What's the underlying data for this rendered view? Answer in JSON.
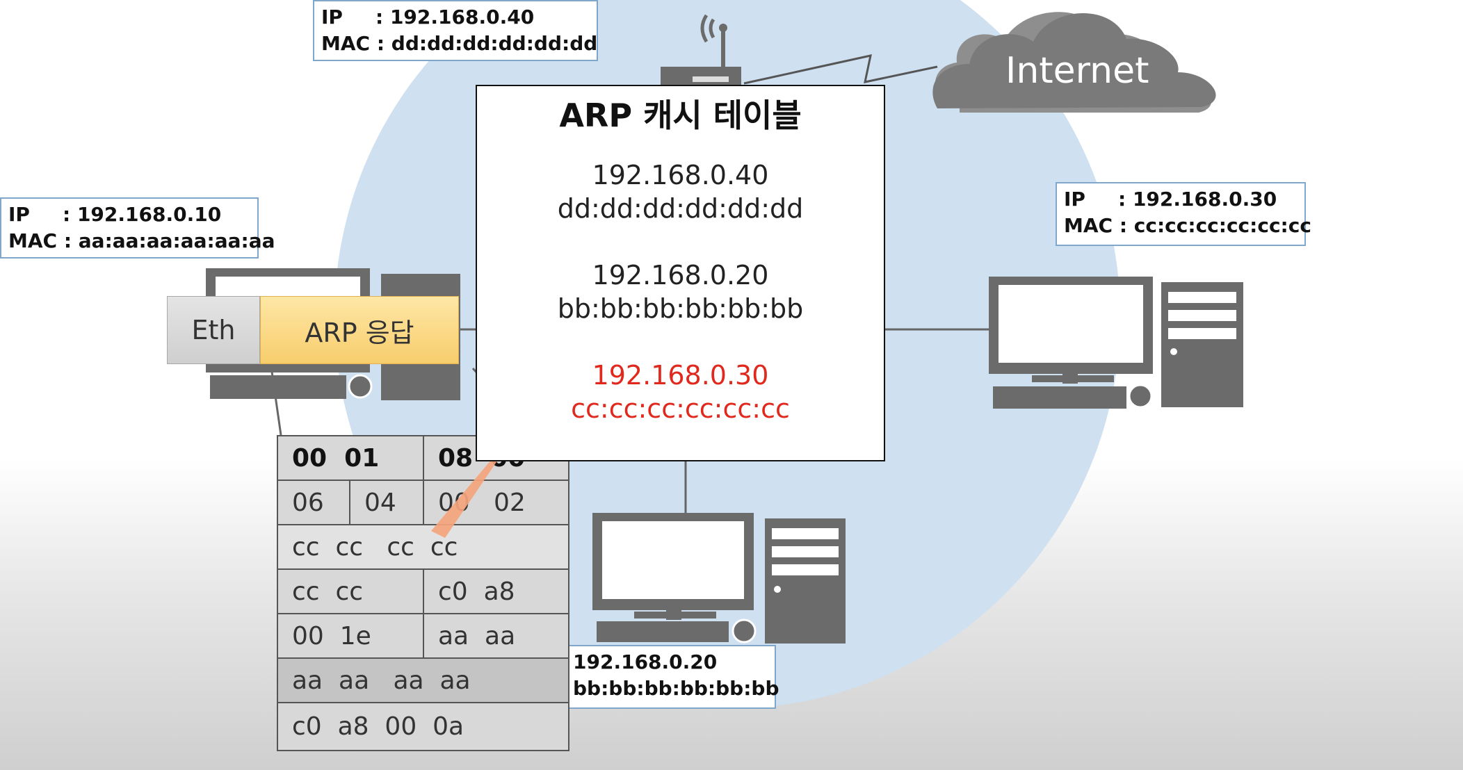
{
  "router_box": {
    "ip_label": "IP",
    "ip_value": ": 192.168.0.40",
    "mac_label": "MAC :",
    "mac_value": "dd:dd:dd:dd:dd:dd"
  },
  "left_box": {
    "ip_label": "IP",
    "ip_value": ": 192.168.0.10",
    "mac_label": "MAC :",
    "mac_value": "aa:aa:aa:aa:aa:aa"
  },
  "right_box": {
    "ip_label": "IP",
    "ip_value": ": 192.168.0.30",
    "mac_label": "MAC :",
    "mac_value": "cc:cc:cc:cc:cc:cc"
  },
  "bottom_box": {
    "ip": "192.168.0.20",
    "mac": "bb:bb:bb:bb:bb:bb"
  },
  "cloud": {
    "label": "Internet"
  },
  "packet": {
    "eth": "Eth",
    "arp": "ARP 응답"
  },
  "cache_table": {
    "title": "ARP 캐시 테이블",
    "entries": [
      {
        "ip": "192.168.0.40",
        "mac": "dd:dd:dd:dd:dd:dd"
      },
      {
        "ip": "192.168.0.20",
        "mac": "bb:bb:bb:bb:bb:bb"
      },
      {
        "ip": "192.168.0.30",
        "mac": "cc:cc:cc:cc:cc:cc",
        "highlight": true
      }
    ]
  },
  "frame": {
    "row0": {
      "a": "00  01",
      "b": "08  00"
    },
    "row1": {
      "a": "06",
      "b": "04",
      "c": "00",
      "d": "02"
    },
    "row2": {
      "a": "cc  cc   cc  cc"
    },
    "row3": {
      "a": "cc  cc",
      "b": "c0  a8"
    },
    "row4": {
      "a": "00  1e",
      "b": "aa  aa"
    },
    "row5": {
      "a": "aa  aa   aa  aa"
    },
    "row6": {
      "a": "c0  a8  00  0a"
    }
  },
  "colors": {
    "network_circle": "#cfe0f0",
    "device": "#6b6b6b",
    "highlight": "#e0281c",
    "arrow": "#f4a57c"
  }
}
